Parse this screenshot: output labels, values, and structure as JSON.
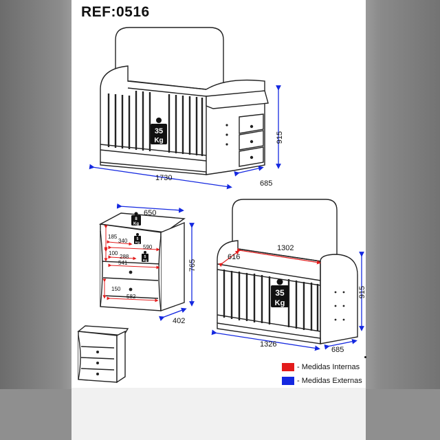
{
  "title": "REF:0516",
  "weight_labels": {
    "big_num": "35",
    "big_unit": "Kg",
    "small_8_num": "8",
    "small_8_unit": "Kg",
    "small_5_num": "5",
    "small_5_unit": "Kg"
  },
  "dimensions": {
    "top_width": "1730",
    "top_height": "915",
    "top_depth": "685",
    "dresser_width": "650",
    "dresser_height": "765",
    "dresser_depth": "402",
    "dresser_185": "185",
    "dresser_340": "340",
    "dresser_590": "590",
    "dresser_100": "100",
    "dresser_288": "288",
    "dresser_541": "541",
    "dresser_150": "150",
    "dresser_582": "582",
    "crib_inner_length": "1302",
    "crib_inner_width": "616",
    "crib_height": "915",
    "crib_length": "1326",
    "crib_depth": "685"
  },
  "legend": {
    "items": [
      {
        "label": "- Medidas Internas",
        "color": "#e31b1b"
      },
      {
        "label": "- Medidas Externas",
        "color": "#1428e0"
      }
    ]
  }
}
